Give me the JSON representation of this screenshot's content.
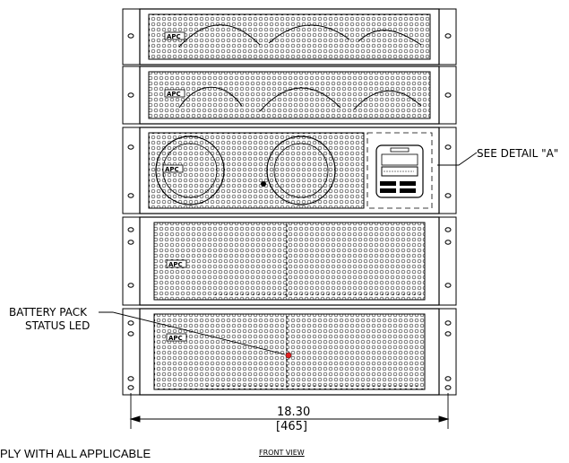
{
  "callouts": {
    "detail": "SEE DETAIL \"A\"",
    "battery_line1": "BATTERY PACK",
    "battery_line2": "STATUS LED"
  },
  "dimension": {
    "inches": "18.30",
    "mm": "[465]"
  },
  "view_title": "FRONT VIEW",
  "note_fragment": "PLY WITH ALL APPLICABLE",
  "colors": {
    "line": "#000000",
    "status_led": "#e02020"
  }
}
